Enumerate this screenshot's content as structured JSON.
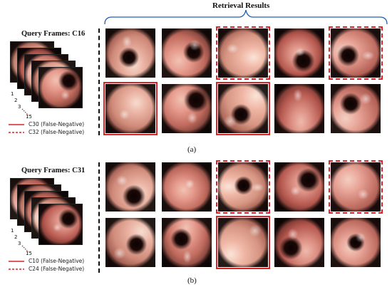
{
  "header": {
    "title": "Retrieval Results"
  },
  "panels": [
    {
      "id": "a",
      "query_title": "Query Frames: C16",
      "stack_indices": [
        "1",
        "2",
        "3",
        "15"
      ],
      "legend": [
        {
          "style": "solid",
          "label": "C30 (False-Negative)"
        },
        {
          "style": "dashed",
          "label": "C32 (False-Negative)"
        }
      ],
      "caption": "(a)",
      "marks": [
        [
          "none",
          "none",
          "dashed",
          "none",
          "dashed"
        ],
        [
          "solid",
          "none",
          "solid",
          "none",
          "none"
        ]
      ]
    },
    {
      "id": "b",
      "query_title": "Query Frames: C31",
      "stack_indices": [
        "1",
        "2",
        "3",
        "15"
      ],
      "legend": [
        {
          "style": "solid",
          "label": "C10 (False-Negative)"
        },
        {
          "style": "dashed",
          "label": "C24 (False-Negative)"
        }
      ],
      "caption": "(b)",
      "marks": [
        [
          "none",
          "none",
          "dashed",
          "none",
          "dashed"
        ],
        [
          "none",
          "none",
          "solid",
          "none",
          "none"
        ]
      ]
    }
  ],
  "colors": {
    "false_negative": "#d9232a",
    "divider": "#111111"
  }
}
